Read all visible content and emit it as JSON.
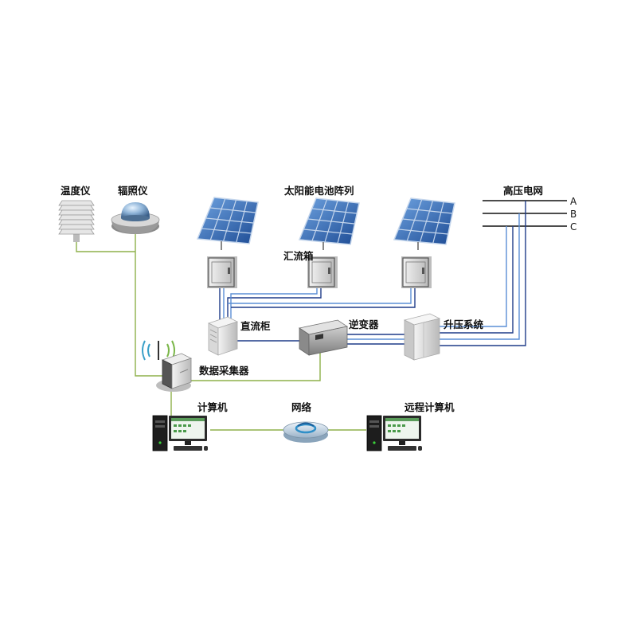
{
  "labels": {
    "thermometer": "温度仪",
    "irradiance_meter": "辐照仪",
    "solar_array": "太阳能电池阵列",
    "grid": "高压电网",
    "combiner_box": "汇流箱",
    "dc_cabinet": "直流柜",
    "inverter": "逆变器",
    "step_up": "升压系统",
    "data_collector": "数据采集器",
    "computer": "计算机",
    "network": "网络",
    "remote_computer": "远程计算机"
  },
  "phases": [
    "A",
    "B",
    "C"
  ],
  "colors": {
    "green_line": "#8db04a",
    "blue_line": "#1f3c88",
    "light_blue_line": "#5b8fd6",
    "panel_blue": "#2e5fa8"
  }
}
